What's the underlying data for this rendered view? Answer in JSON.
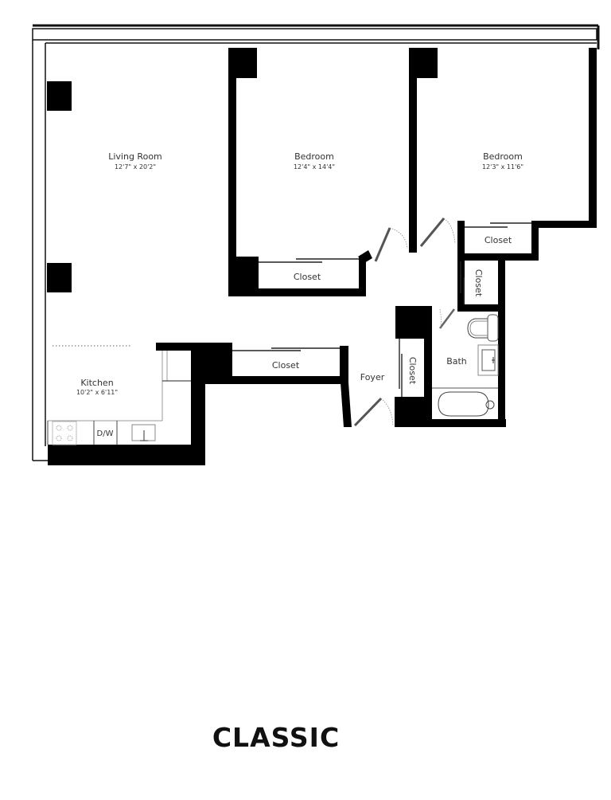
{
  "plan": {
    "title": "CLASSIC",
    "rooms": [
      {
        "id": "living-room",
        "name": "Living Room",
        "dimensions": "12'7\" x 20'2\""
      },
      {
        "id": "bedroom-1",
        "name": "Bedroom",
        "dimensions": "12'4\" x 14'4\""
      },
      {
        "id": "bedroom-2",
        "name": "Bedroom",
        "dimensions": "12'3\" x 11'6\""
      },
      {
        "id": "kitchen",
        "name": "Kitchen",
        "dimensions": "10'2\" x 6'11\""
      },
      {
        "id": "bath",
        "name": "Bath"
      },
      {
        "id": "foyer",
        "name": "Foyer"
      },
      {
        "id": "closet-bedroom-1",
        "name": "Closet"
      },
      {
        "id": "closet-bedroom-2",
        "name": "Closet"
      },
      {
        "id": "closet-hall",
        "name": "Closet"
      },
      {
        "id": "closet-bath-right",
        "name": "Closet"
      },
      {
        "id": "closet-foyer",
        "name": "Closet"
      }
    ],
    "appliances": {
      "dishwasher": "D/W"
    },
    "colors": {
      "wall": "#000000",
      "line": "#222222",
      "text": "#333333",
      "background": "#ffffff"
    }
  }
}
